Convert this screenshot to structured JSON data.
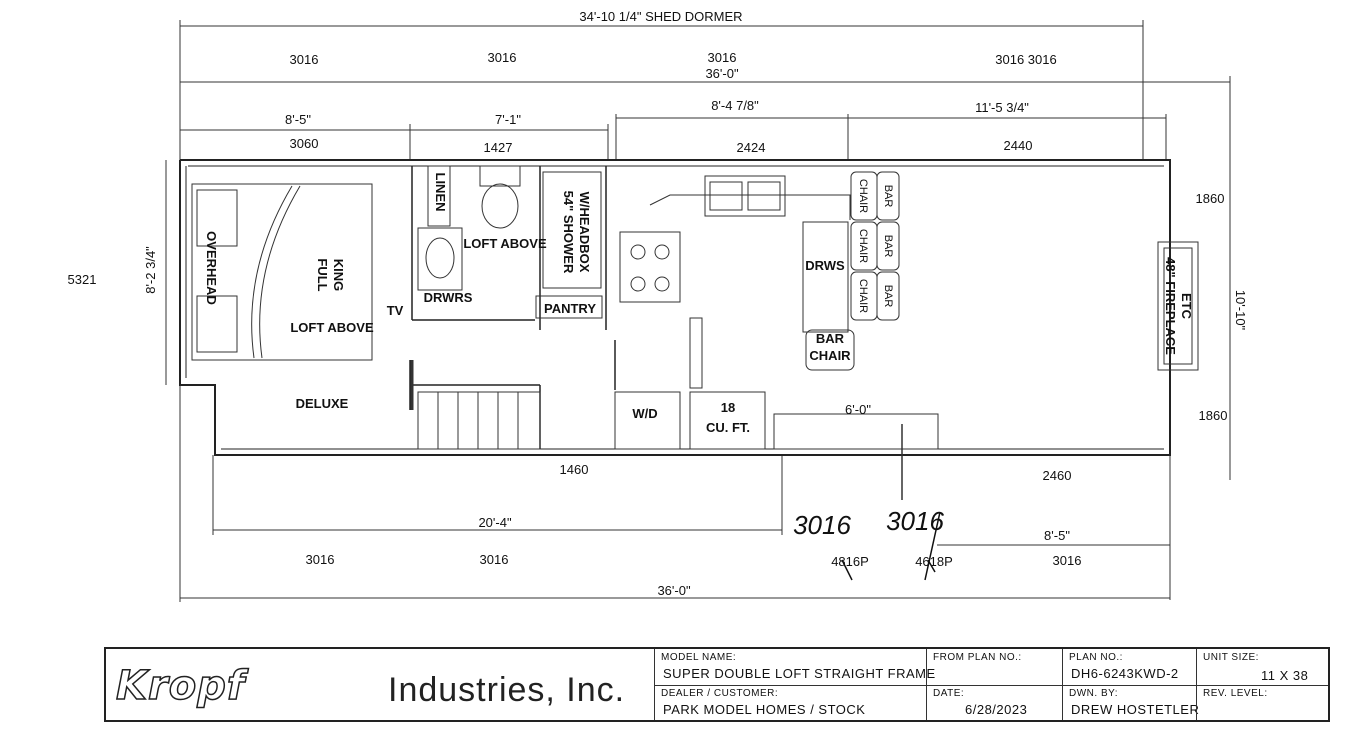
{
  "dimensions": {
    "shed_dormer": "34'-10 1/4\" SHED DORMER",
    "overall_width": "36'-0\"",
    "overall_width_bottom": "36'-0\"",
    "left_section": "8'-5\"",
    "bath_section": "7'-1\"",
    "kitchen_section": "8'-4 7/8\"",
    "living_section": "11'-5 3/4\"",
    "left_height": "8'-2 3/4\"",
    "right_height": "10'-10\"",
    "porch_run": "20'-4\"",
    "patio_door": "6'-0\"",
    "right_bottom": "8'-5\""
  },
  "windows": {
    "top": [
      "3016",
      "3016",
      "3016",
      "3016 3016"
    ],
    "w3060": "3060",
    "w1427": "1427",
    "w2424": "2424",
    "w2440": "2440",
    "left_side": "5321",
    "right_top": "1860",
    "right_bottom": "1860",
    "bottom_1460": "1460",
    "bottom_2460": "2460",
    "bottom_row": [
      "3016",
      "3016",
      "3016"
    ],
    "door_4816p": "4816P",
    "door_4618p": "4618P"
  },
  "rooms": {
    "overhead": "OVERHEAD",
    "full": "FULL",
    "king": "KING",
    "loft_above_bed": "LOFT ABOVE",
    "tv": "TV",
    "linen": "LINEN",
    "drwrs": "DRWRS",
    "loft_above_bath": "LOFT ABOVE",
    "shower_line1": "54\" SHOWER",
    "shower_line2": "W/HEADBOX",
    "pantry": "PANTRY",
    "deluxe": "DELUXE",
    "wd": "W/D",
    "fridge_size": "18",
    "fridge_unit": "CU. FT.",
    "drws": "DRWS",
    "bar": "BAR",
    "chair": "CHAIR",
    "fireplace_line1": "ETC",
    "fireplace_line2": "48\" FIREPLACE"
  },
  "handwritten": [
    "3016",
    "3016"
  ],
  "title_block": {
    "company_logo": "Kropf",
    "company_name": "Industries, Inc.",
    "model_name_caption": "MODEL NAME:",
    "model_name": "SUPER DOUBLE LOFT STRAIGHT FRAME",
    "from_plan_caption": "FROM PLAN NO.:",
    "from_plan": "",
    "plan_no_caption": "PLAN NO.:",
    "plan_no": "DH6-6243KWD-2",
    "unit_size_caption": "UNIT SIZE:",
    "unit_size": "11 X 38",
    "dealer_caption": "DEALER / CUSTOMER:",
    "dealer": "PARK MODEL HOMES / STOCK",
    "date_caption": "DATE:",
    "date": "6/28/2023",
    "drawn_by_caption": "DWN. BY:",
    "drawn_by": "DREW HOSTETLER",
    "rev_level_caption": "REV. LEVEL:",
    "rev_level": ""
  }
}
